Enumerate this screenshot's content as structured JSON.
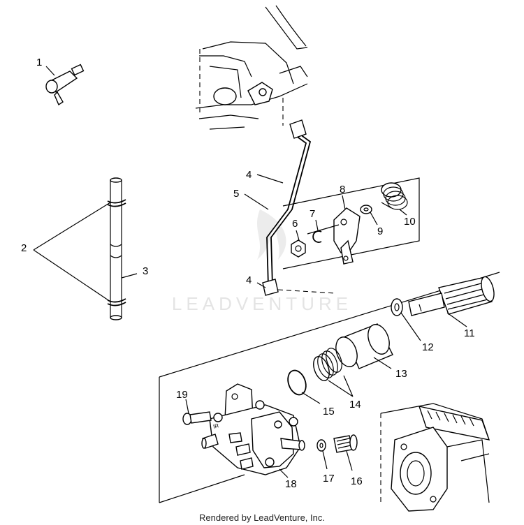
{
  "callouts": [
    {
      "id": "c1",
      "text": "1"
    },
    {
      "id": "c2",
      "text": "2"
    },
    {
      "id": "c3",
      "text": "3"
    },
    {
      "id": "c4a",
      "text": "4"
    },
    {
      "id": "c4b",
      "text": "4"
    },
    {
      "id": "c5",
      "text": "5"
    },
    {
      "id": "c6",
      "text": "6"
    },
    {
      "id": "c7",
      "text": "7"
    },
    {
      "id": "c8",
      "text": "8"
    },
    {
      "id": "c9",
      "text": "9"
    },
    {
      "id": "c10",
      "text": "10"
    },
    {
      "id": "c11",
      "text": "11"
    },
    {
      "id": "c12",
      "text": "12"
    },
    {
      "id": "c13",
      "text": "13"
    },
    {
      "id": "c14",
      "text": "14"
    },
    {
      "id": "c15",
      "text": "15"
    },
    {
      "id": "c16",
      "text": "16"
    },
    {
      "id": "c17",
      "text": "17"
    },
    {
      "id": "c18",
      "text": "18"
    },
    {
      "id": "c19",
      "text": "19"
    }
  ],
  "watermark": "LEADVENTURE",
  "footer": "Rendered by LeadVenture, Inc."
}
